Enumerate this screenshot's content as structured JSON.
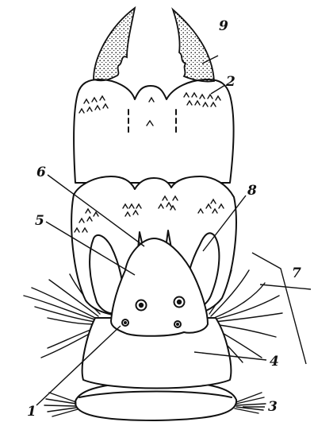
{
  "figure": {
    "labels": [
      {
        "id": "1",
        "text": "1"
      },
      {
        "id": "2",
        "text": "2"
      },
      {
        "id": "3",
        "text": "3"
      },
      {
        "id": "4",
        "text": "4"
      },
      {
        "id": "5",
        "text": "5"
      },
      {
        "id": "6",
        "text": "6"
      },
      {
        "id": "7",
        "text": "7"
      },
      {
        "id": "8",
        "text": "8"
      },
      {
        "id": "9",
        "text": "9"
      }
    ]
  },
  "colors": {
    "ink": "#111111",
    "background": "#ffffff",
    "stipple": "#111111"
  }
}
